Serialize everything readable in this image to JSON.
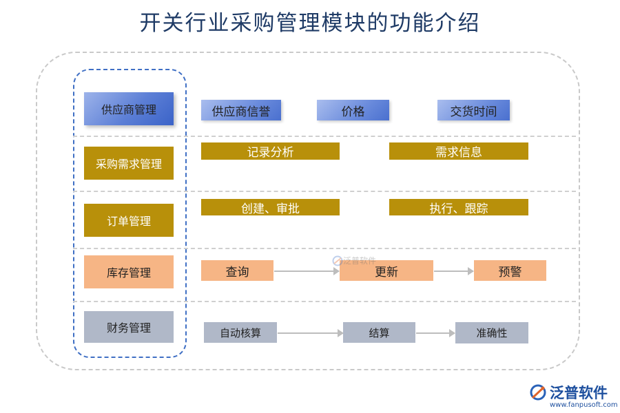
{
  "title": "开关行业采购管理模块的功能介绍",
  "rows": [
    {
      "category": "供应商管理",
      "items": [
        "供应商信誉",
        "价格",
        "交货时间"
      ]
    },
    {
      "category": "采购需求管理",
      "items": [
        "记录分析",
        "需求信息"
      ]
    },
    {
      "category": "订单管理",
      "items": [
        "创建、审批",
        "执行、跟踪"
      ]
    },
    {
      "category": "库存管理",
      "items": [
        "查询",
        "更新",
        "预警"
      ]
    },
    {
      "category": "财务管理",
      "items": [
        "自动核算",
        "结算",
        "准确性"
      ]
    }
  ],
  "watermark": "泛普软件",
  "logo": {
    "name": "泛普软件",
    "url": "www.fanpusoft.com"
  },
  "colors": {
    "title": "#1f3b66",
    "blue": "#5c7fd6",
    "gold": "#b8900a",
    "salmon": "#f6b585",
    "slate": "#b0b8c8"
  }
}
